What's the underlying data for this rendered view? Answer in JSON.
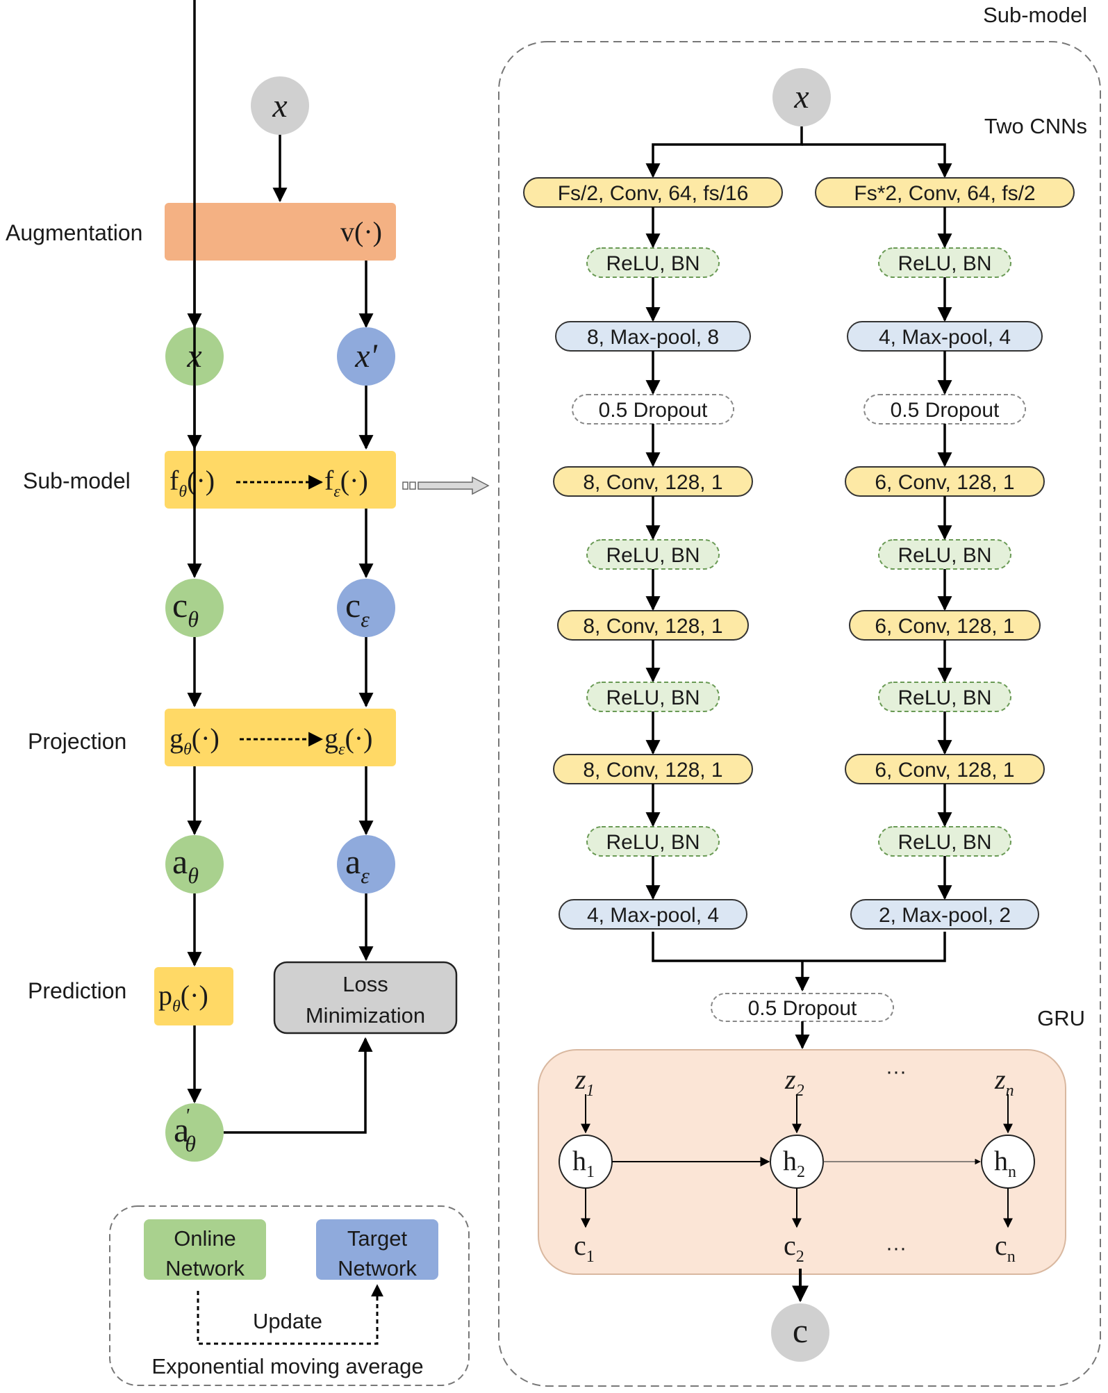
{
  "left": {
    "input_node": "x",
    "stage_labels": {
      "augmentation": "Augmentation",
      "submodel": "Sub-model",
      "projection": "Projection",
      "prediction": "Prediction"
    },
    "augmentation_box": "v(·)",
    "online_view": "x",
    "target_view": "x'",
    "submodel_online": "f",
    "submodel_target": "f",
    "proj_online": "g",
    "proj_target": "g",
    "pred_online": "p",
    "arg": "(·)",
    "c_base": "c",
    "a_base": "a",
    "online_sub": "θ",
    "target_sub": "ε",
    "prime": "'",
    "loss_line1": "Loss",
    "loss_line2": "Minimization",
    "legend": {
      "online_line1": "Online",
      "online_line2": "Network",
      "target_line1": "Target",
      "target_line2": "Network",
      "update": "Update",
      "ema": "Exponential moving average"
    }
  },
  "right": {
    "title": "Sub-model",
    "cnn_title": "Two CNNs",
    "gru_title": "GRU",
    "input_node": "x",
    "output_node": "c",
    "branch_a": [
      "Fs/2, Conv, 64, fs/16",
      "ReLU, BN",
      "8, Max-pool, 8",
      "0.5 Dropout",
      "8, Conv, 128, 1",
      "ReLU, BN",
      "8, Conv, 128, 1",
      "ReLU, BN",
      "8, Conv, 128, 1",
      "ReLU, BN",
      "4, Max-pool, 4"
    ],
    "branch_b": [
      "Fs*2, Conv, 64, fs/2",
      "ReLU, BN",
      "4, Max-pool, 4",
      "0.5 Dropout",
      "6, Conv, 128, 1",
      "ReLU, BN",
      "6, Conv, 128, 1",
      "ReLU, BN",
      "6, Conv, 128, 1",
      "ReLU, BN",
      "2, Max-pool, 2"
    ],
    "merge_dropout": "0.5 Dropout",
    "gru": {
      "z_base": "z",
      "h_base": "h",
      "c_base": "c",
      "subs": [
        "1",
        "2",
        "n"
      ],
      "ellipsis": "···"
    }
  },
  "colors": {
    "conv": "#fde9a5",
    "relu": "#e4f0da",
    "pool": "#dbe6f3",
    "online": "#a9d18e",
    "target": "#8faadc",
    "augmentation": "#f4b183",
    "submodel_box": "#ffd966",
    "loss": "#d0d0d0",
    "gray_node": "#d0d0d0",
    "gru_panel": "#fbe5d6"
  }
}
